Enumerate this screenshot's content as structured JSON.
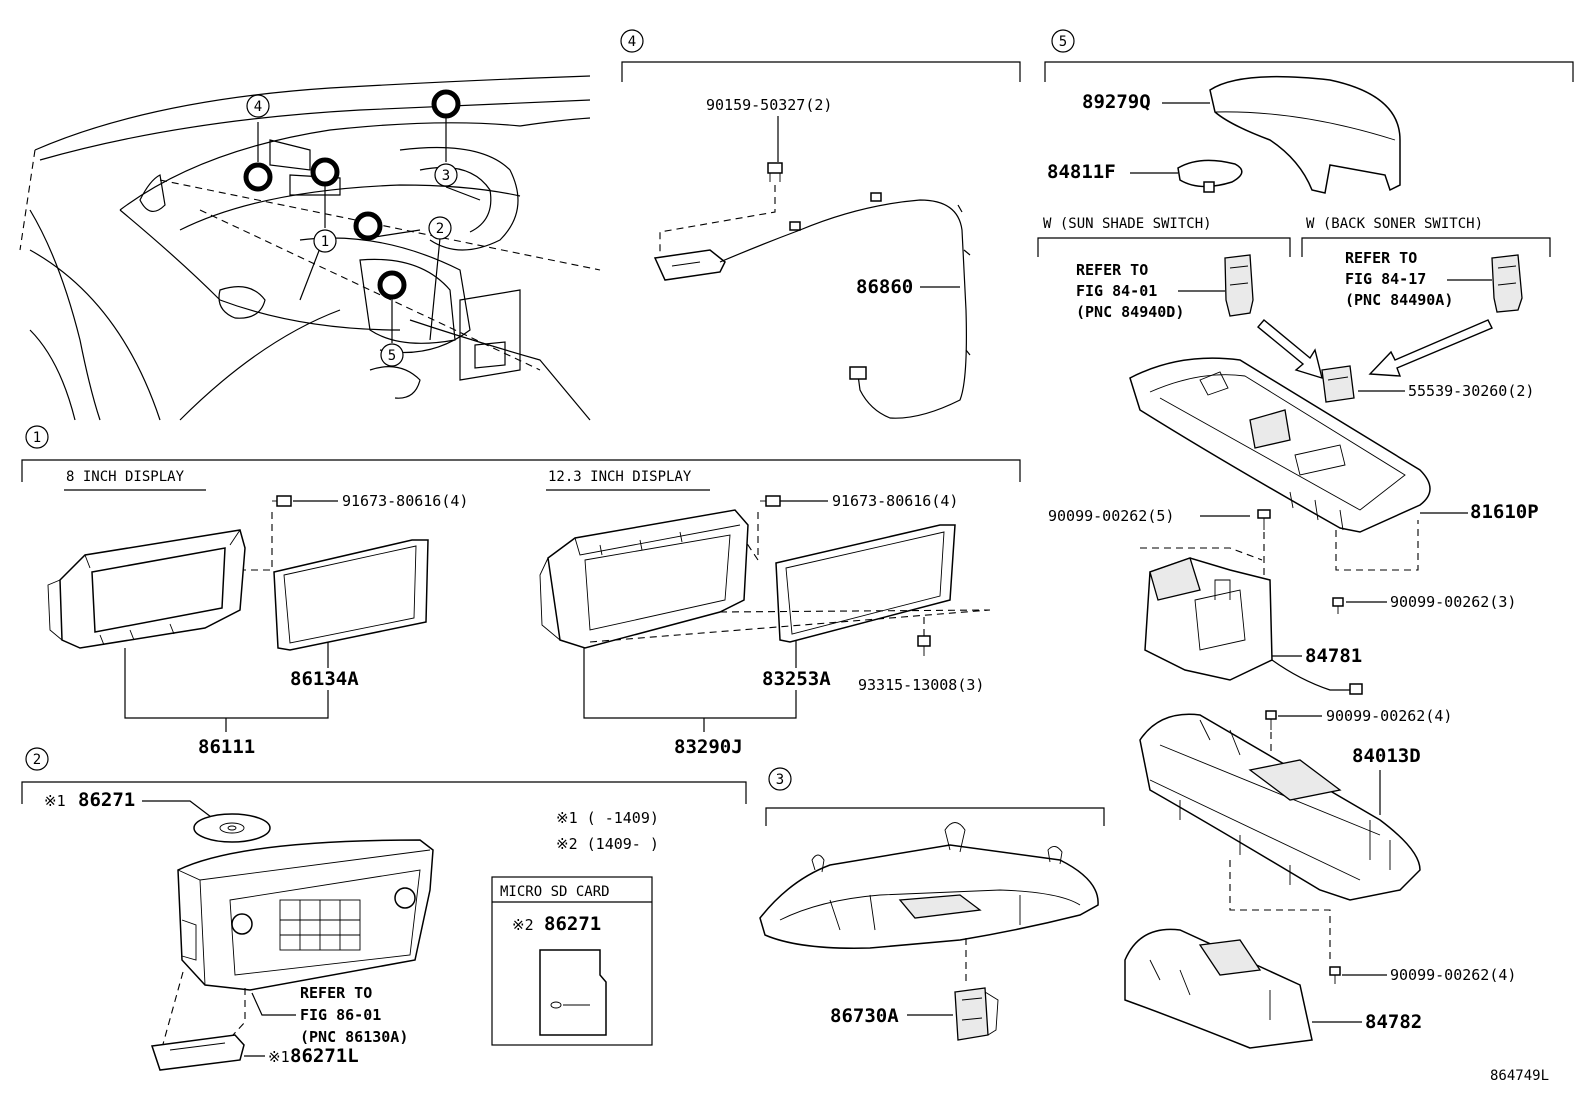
{
  "callouts": [
    "1",
    "2",
    "3",
    "4",
    "5"
  ],
  "section_titles": {
    "eight_inch": "8 INCH DISPLAY",
    "twelve_inch": "12.3 INCH DISPLAY",
    "micro_sd": "MICRO SD CARD",
    "sun_shade": "W (SUN SHADE SWITCH)",
    "back_soner": "W (BACK SONER SWITCH)"
  },
  "parts": {
    "p90159": "90159-50327(2)",
    "p86860": "86860",
    "p89279Q": "89279Q",
    "p84811F": "84811F",
    "p55539": "55539-30260(2)",
    "p81610P": "81610P",
    "p90099_5": "90099-00262(5)",
    "p90099_3": "90099-00262(3)",
    "p84781": "84781",
    "p90099_4a": "90099-00262(4)",
    "p84013D": "84013D",
    "p90099_4b": "90099-00262(4)",
    "p84782": "84782",
    "p91673_a": "91673-80616(4)",
    "p86134A": "86134A",
    "p86111": "86111",
    "p91673_b": "91673-80616(4)",
    "p83253A": "83253A",
    "p93315": "93315-13008(3)",
    "p83290J": "83290J",
    "p86271_a": "86271",
    "p86271_b": "86271",
    "p86271L": "86271L",
    "p86730A": "86730A"
  },
  "marks": {
    "m1": "※1",
    "m2": "※2",
    "m3": "※1",
    "m4": "※1"
  },
  "notes": {
    "note1": "※1 (      -1409)",
    "note2": "※2 (1409-      )"
  },
  "refer_sun": [
    "REFER TO",
    "FIG 84-01",
    "(PNC 84940D)"
  ],
  "refer_back": [
    "REFER TO",
    "FIG 84-17",
    "(PNC 84490A)"
  ],
  "refer_audio": [
    "REFER TO",
    "FIG 86-01",
    "(PNC 86130A)"
  ],
  "figure_id": "864749L"
}
